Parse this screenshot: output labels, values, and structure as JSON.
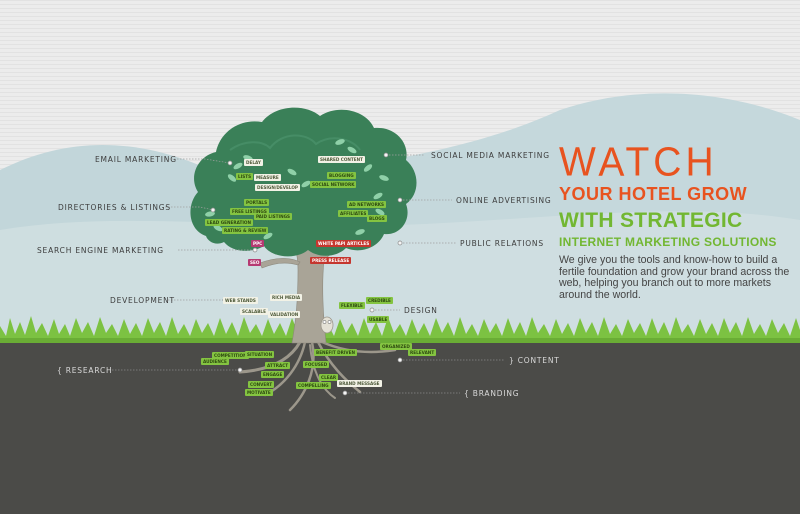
{
  "headline": {
    "line1": "WATCH",
    "line2": "YOUR HOTEL GROW",
    "line3": "WITH STRATEGIC",
    "line4": "INTERNET MARKETING SOLUTIONS",
    "description": "We give you the tools and know-how to build a fertile foundation and grow your brand across the web, helping you branch out to more markets around the world."
  },
  "colors": {
    "accent_orange": "#e8531f",
    "accent_green": "#72b732",
    "canopy_green": "#3a8058",
    "trunk_grey": "#a9a497",
    "soil": "#4b4b48",
    "grass": "#7cc242"
  },
  "labels": {
    "email_marketing": "EMAIL MARKETING",
    "directories_listings": "DIRECTORIES & LISTINGS",
    "search_engine_marketing": "SEARCH ENGINE MARKETING",
    "development": "DEVELOPMENT",
    "social_media_marketing": "SOCIAL MEDIA MARKETING",
    "online_advertising": "ONLINE ADVERTISING",
    "public_relations": "PUBLIC RELATIONS",
    "design": "DESIGN",
    "research": "{ RESEARCH",
    "content": "} CONTENT",
    "branding": "{ BRANDING"
  },
  "tags": {
    "delay": "DELAY",
    "shared_content": "SHARED CONTENT",
    "lists": "LISTS",
    "measure": "MEASURE",
    "blogging": "BLOGGING",
    "design_develop": "DESIGN/DEVELOP",
    "social_network": "SOCIAL NETWORK",
    "portals": "PORTALS",
    "free_listings": "FREE LISTINGS",
    "paid_listings": "PAID LISTINGS",
    "ad_networks": "AD NETWORKS",
    "lead_generation": "LEAD GENERATION",
    "affiliates": "AFFILIATES",
    "blogs": "BLOGS",
    "rating_review": "RATING & REVIEW",
    "ppc": "PPC",
    "white_paper": "WHITE PAPER",
    "articles": "ARTICLES",
    "press_release": "PRESS RELEASE",
    "seo": "SEO",
    "web_stands": "WEB STANDS",
    "rich_media": "RICH MEDIA",
    "flexible": "FLEXIBLE",
    "credible": "CREDIBLE",
    "scalable": "SCALABLE",
    "validation": "VALIDATION",
    "usable": "USABLE",
    "competition": "COMPETITION",
    "situation": "SITUATION",
    "benefit_driven": "BENEFIT DRIVEN",
    "organized": "ORGANIZED",
    "relevant": "RELEVANT",
    "audience": "AUDIENCE",
    "attract": "ATTRACT",
    "engage": "ENGAGE",
    "focused": "FOCUSED",
    "clear": "CLEAR",
    "brand_message": "BRAND MESSAGE",
    "convert": "CONVERT",
    "motivate": "MOTIVATE",
    "compelling": "COMPELLING"
  }
}
